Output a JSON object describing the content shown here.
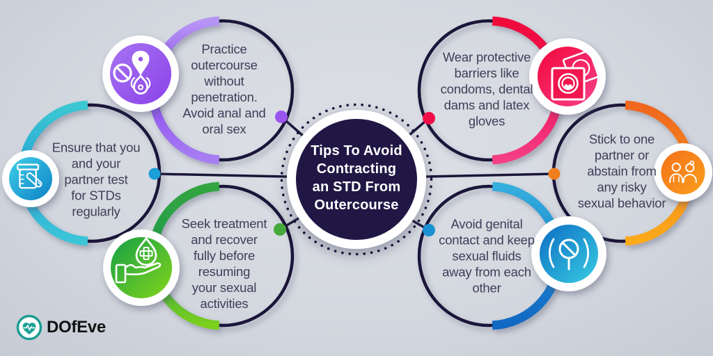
{
  "background": "#d4d8df",
  "line_color": "#1b1539",
  "center": {
    "title_text": "Tips To Avoid Contracting an STD From Outercourse",
    "title_lines": [
      "Tips To Avoid",
      "Contracting",
      "an STD From",
      "Outercourse"
    ],
    "fill": "#211745"
  },
  "tips": [
    {
      "id": "practice-outercourse",
      "position": "top-left",
      "text": "Practice outercourse without penetration. Avoid anal and oral sex",
      "lines": [
        "Practice",
        "outercourse",
        "without",
        "penetration.",
        "Avoid anal and",
        "oral sex"
      ],
      "icon": "no-penetration-icon",
      "arc_gradient": [
        "#b795f4",
        "#8848ee",
        "#a87ff3"
      ],
      "icon_gradient": [
        "#a674f2",
        "#8b41e8"
      ],
      "dot_color": "#9a55ee"
    },
    {
      "id": "test-regularly",
      "position": "left",
      "text": "Ensure that you and your partner test for STDs regularly",
      "lines": [
        "Ensure that you",
        "and your",
        "partner test",
        "for STDs",
        "regularly"
      ],
      "icon": "std-test-kit-icon",
      "arc_gradient": [
        "#3cc8d3",
        "#27a3d3",
        "#3cc6d8"
      ],
      "icon_gradient": [
        "#3ecfe8",
        "#0e81c6"
      ],
      "dot_color": "#1c9ed8"
    },
    {
      "id": "seek-treatment",
      "position": "bottom-left",
      "text": "Seek treatment and recover fully before resuming your sexual activities",
      "lines": [
        "Seek treatment",
        "and recover",
        "fully before",
        "resuming",
        "your sexual",
        "activities"
      ],
      "icon": "treatment-hand-drop-icon",
      "arc_gradient": [
        "#34a441",
        "#1f9c4c",
        "#7cd01d"
      ],
      "icon_gradient": [
        "#16a046",
        "#84d51b"
      ],
      "dot_color": "#44aa39"
    },
    {
      "id": "protective-barriers",
      "position": "top-right",
      "text": "Wear protective barriers like condoms, dental dams and latex gloves",
      "lines": [
        "Wear protective",
        "barriers like",
        "condoms, dental",
        "dams and latex",
        "gloves"
      ],
      "icon": "condom-packets-icon",
      "arc_gradient": [
        "#ef0a3a",
        "#f2155c",
        "#f43f85"
      ],
      "icon_gradient": [
        "#f2083c",
        "#f8418a"
      ],
      "dot_color": "#f10e48"
    },
    {
      "id": "one-partner",
      "position": "right",
      "text": "Stick to one partner or abstain from any risky sexual behavior",
      "lines": [
        "Stick to one",
        "partner or",
        "abstain from",
        "any risky",
        "sexual behavior"
      ],
      "icon": "monogamous-couple-icon",
      "arc_gradient": [
        "#f0661d",
        "#f58a1e",
        "#fbaa1a"
      ],
      "icon_gradient": [
        "#f4711b",
        "#fa9f1c"
      ],
      "dot_color": "#f07d1e"
    },
    {
      "id": "avoid-genital-contact",
      "position": "bottom-right",
      "text": "Avoid genital contact and keep sexual fluids away from each other",
      "lines": [
        "Avoid genital",
        "contact and keep",
        "sexual fluids",
        "away from each",
        "other"
      ],
      "icon": "no-genital-contact-icon",
      "arc_gradient": [
        "#35aede",
        "#1d87d0",
        "#1168c3"
      ],
      "icon_gradient": [
        "#0d6dc4",
        "#38cde2"
      ],
      "dot_color": "#1b90d2"
    }
  ],
  "logo": {
    "name": "DOfEve",
    "icon": "heartbeat-heart-icon",
    "color": "#1a9c92"
  }
}
